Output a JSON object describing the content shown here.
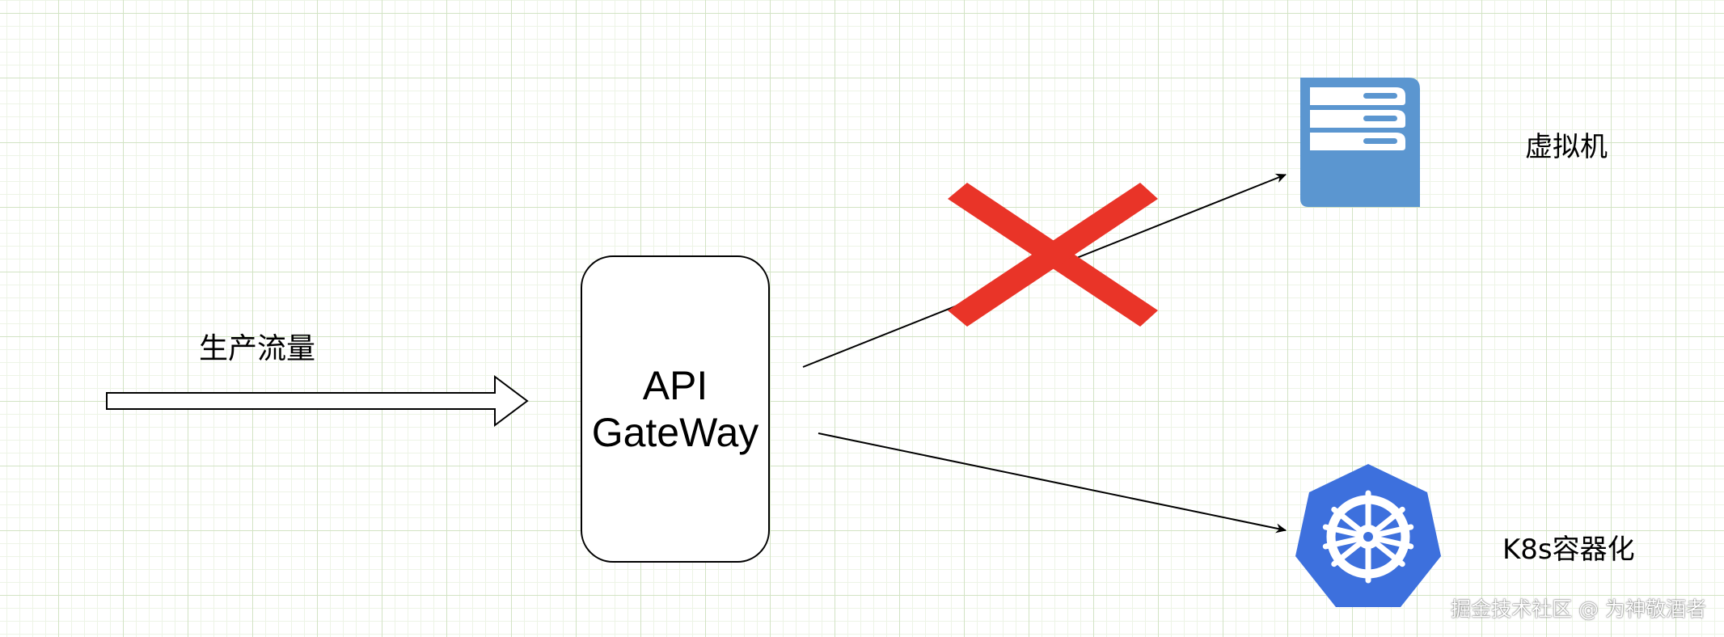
{
  "diagram": {
    "traffic_label": "生产流量",
    "gateway_line1": "API",
    "gateway_line2": "GateWay",
    "vm_label": "虚拟机",
    "k8s_label": "K8s容器化",
    "watermark": "掘金技术社区 @ 为神敬酒者"
  },
  "icons": {
    "vm": "server-rack-icon",
    "k8s": "kubernetes-helm-icon",
    "blocked": "red-x-icon",
    "traffic_arrow": "hollow-right-arrow-icon"
  },
  "colors": {
    "cross": "#e93428",
    "server": "#5b96d0",
    "kubernetes": "#3d70dd"
  }
}
